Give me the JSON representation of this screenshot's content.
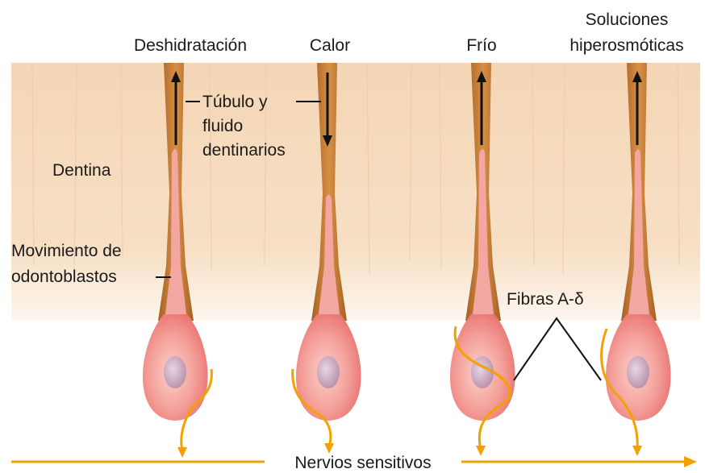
{
  "stimuli": [
    {
      "label": "Deshidratación",
      "flow": "up"
    },
    {
      "label": "Calor",
      "flow": "down"
    },
    {
      "label": "Frío",
      "flow": "up"
    },
    {
      "label_line1": "Soluciones",
      "label_line2": "hiperosmóticas",
      "flow": "up"
    }
  ],
  "labels": {
    "tubule_line1": "Túbulo y",
    "tubule_line2": "fluido",
    "tubule_line3": "dentinarios",
    "dentin": "Dentina",
    "movement_line1": "Movimiento de",
    "movement_line2": "odontoblastos",
    "fibers": "Fibras A-δ",
    "nerves": "Nervios sensitivos"
  },
  "colors": {
    "dentin": "#f6dcbf",
    "tubule": "#c77d37",
    "odontoblast": "#f29a96",
    "nerve": "#f2a100",
    "arrow": "#111111"
  }
}
